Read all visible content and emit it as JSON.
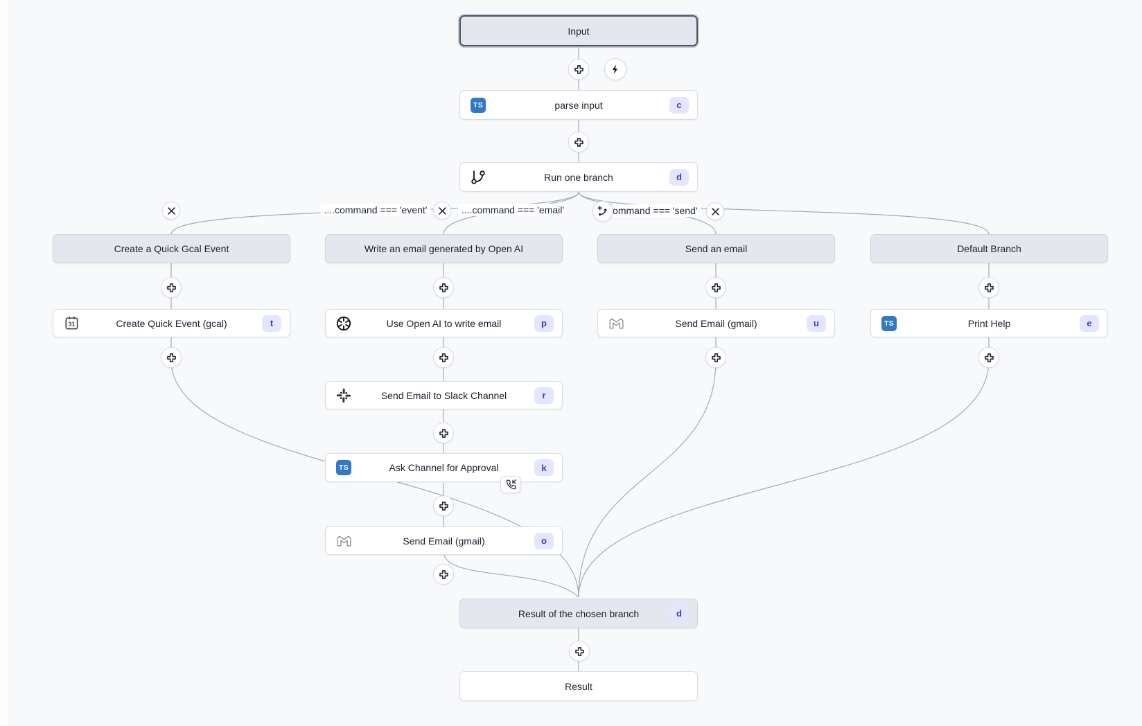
{
  "main_flow": {
    "input": {
      "label": "Input"
    },
    "parse_input": {
      "label": "parse input",
      "badge": "c"
    },
    "run_one_branch": {
      "label": "Run one branch",
      "badge": "d"
    },
    "result_gather": {
      "label": "Result of the chosen branch",
      "badge": "d"
    },
    "result": {
      "label": "Result"
    }
  },
  "branch_conditions": [
    {
      "label": "....command === 'event'"
    },
    {
      "label": "....command === 'email'"
    },
    {
      "label": "....command === 'send'"
    }
  ],
  "branches": [
    {
      "header": "Create a Quick Gcal Event",
      "steps": [
        {
          "label": "Create Quick Event (gcal)",
          "badge": "t",
          "icon": "gcal-calendar-icon"
        }
      ]
    },
    {
      "header": "Write an email generated by Open AI",
      "steps": [
        {
          "label": "Use Open AI to write email",
          "badge": "p",
          "icon": "openai-icon"
        },
        {
          "label": "Send Email to Slack Channel",
          "badge": "r",
          "icon": "slack-icon"
        },
        {
          "label": "Ask Channel for Approval",
          "badge": "k",
          "icon": "typescript-icon",
          "suspend": true
        },
        {
          "label": "Send Email (gmail)",
          "badge": "o",
          "icon": "gmail-icon"
        }
      ]
    },
    {
      "header": "Send an email",
      "steps": [
        {
          "label": "Send Email (gmail)",
          "badge": "u",
          "icon": "gmail-icon"
        }
      ]
    },
    {
      "header": "Default Branch",
      "steps": [
        {
          "label": "Print Help",
          "badge": "e",
          "icon": "typescript-icon"
        }
      ]
    }
  ],
  "ts_badge": {
    "label": "TS"
  },
  "gcal_icon": {
    "day": "31"
  },
  "colors": {
    "canvas_bg": "#f8f9fb",
    "node_bg": "#ffffff",
    "virtual_node_bg": "#e4e8ee",
    "node_border": "#d9dde3",
    "selected_border": "#4b5563",
    "badge_bg": "#e3e6fc",
    "badge_text": "#4338c8",
    "ts_badge_bg": "#3178c6",
    "edge": "#a5abb5"
  }
}
